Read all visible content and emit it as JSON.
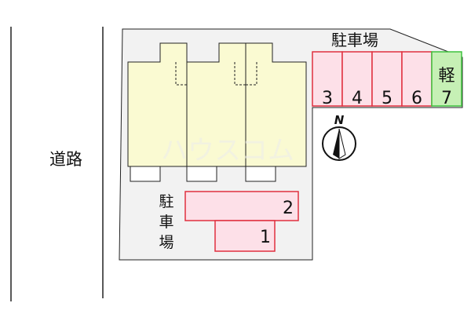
{
  "road_label": "道路",
  "parking_top": {
    "label": "駐車場",
    "spaces": [
      {
        "number": "3",
        "type": "standard"
      },
      {
        "number": "4",
        "type": "standard"
      },
      {
        "number": "5",
        "type": "standard"
      },
      {
        "number": "6",
        "type": "standard"
      },
      {
        "number": "7",
        "type": "kei",
        "prefix": "軽"
      }
    ]
  },
  "parking_bottom": {
    "label_chars": [
      "駐",
      "車",
      "場"
    ],
    "spaces": [
      {
        "number": "2"
      },
      {
        "number": "1"
      }
    ]
  },
  "compass": {
    "letter": "N"
  },
  "watermark": "ハウスコム",
  "colors": {
    "lot": "#f2f2f2",
    "building": "#fafad2",
    "parking": "#fde0e8",
    "parking_border": "#e0303f",
    "kei": "#c6f0b5",
    "kei_border": "#3ec23e",
    "line": "#222222"
  }
}
